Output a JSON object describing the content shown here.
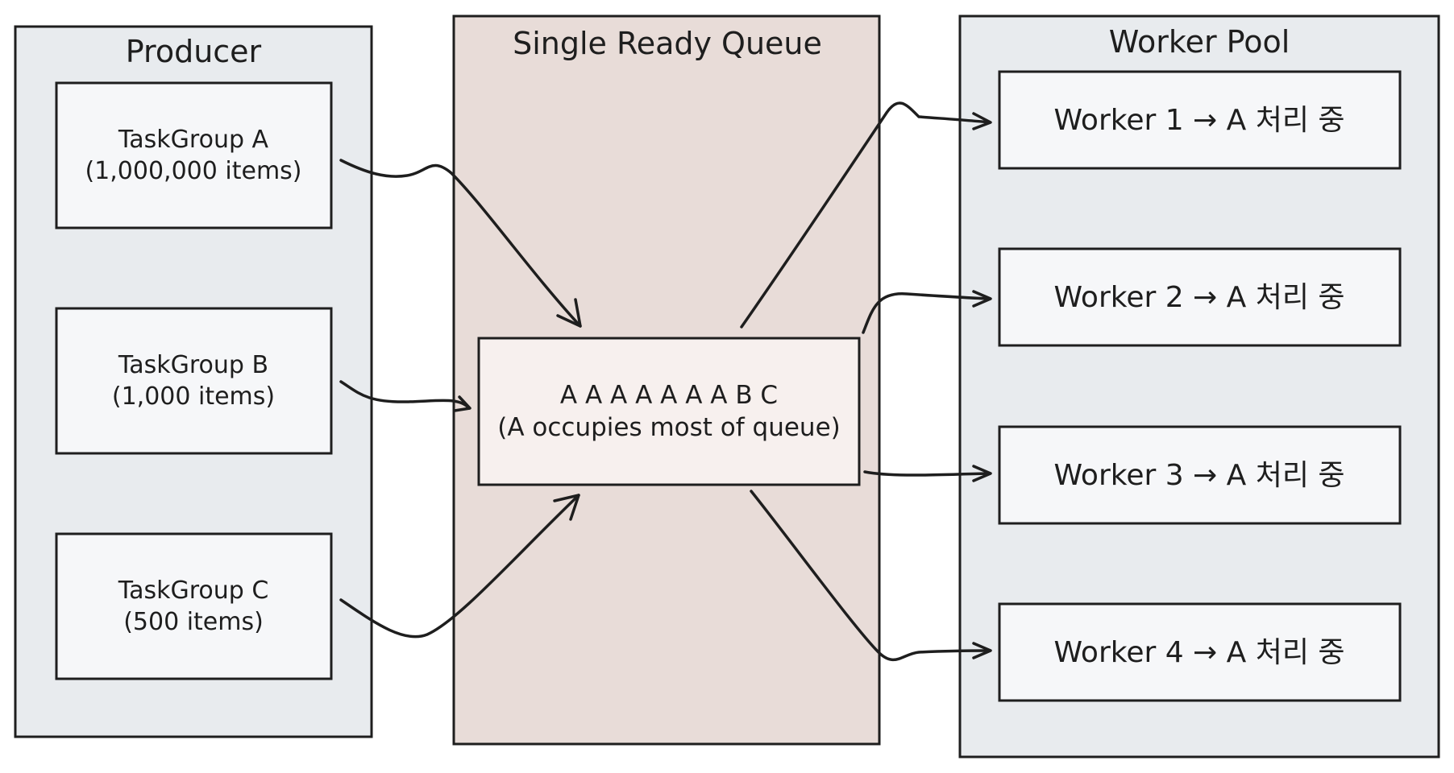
{
  "colors": {
    "stroke": "#1e1e1e",
    "producer_frame_fill": "#e8ebee",
    "queue_frame_fill": "#e8dcd8",
    "worker_frame_fill": "#e8ebee",
    "task_box_fill": "#f6f7f9",
    "queue_box_fill": "#f7f0ee",
    "worker_box_fill": "#f6f7f9"
  },
  "producer": {
    "title": "Producer",
    "groups": [
      {
        "name": "TaskGroup A",
        "count": "(1,000,000 items)"
      },
      {
        "name": "TaskGroup B",
        "count": "(1,000 items)"
      },
      {
        "name": "TaskGroup C",
        "count": "(500 items)"
      }
    ]
  },
  "queue": {
    "title": "Single Ready Queue",
    "contents": "A A A A A A A B C",
    "note": "(A occupies most of  queue)"
  },
  "worker_pool": {
    "title": "Worker Pool",
    "workers": [
      {
        "label": "Worker 1 → A 처리 중"
      },
      {
        "label": "Worker 2 → A 처리 중"
      },
      {
        "label": "Worker 3 → A 처리 중"
      },
      {
        "label": "Worker 4 → A 처리 중"
      }
    ]
  }
}
